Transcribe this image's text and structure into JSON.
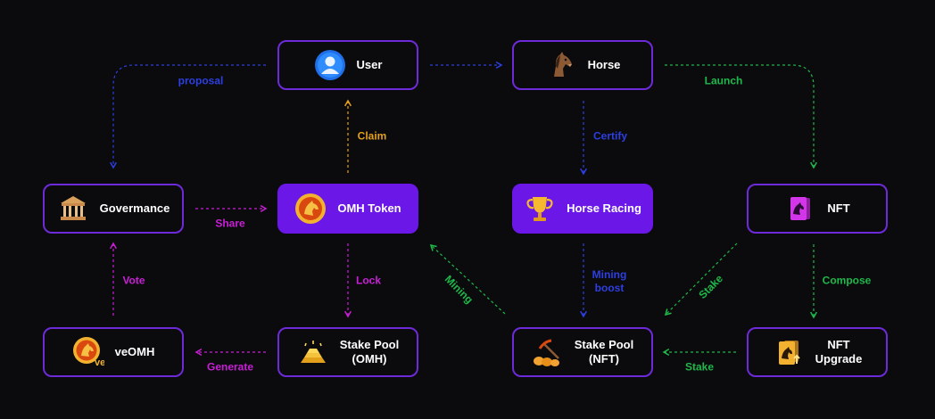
{
  "colors": {
    "background": "#0b0b0d",
    "node_border": "#6d2ad9",
    "node_filled": "#6a17e8",
    "blue": "#2d3fe0",
    "green": "#1fb84a",
    "magenta": "#c81fd6",
    "orange": "#e3a01a"
  },
  "nodes": {
    "user": "User",
    "horse": "Horse",
    "governance": "Govermance",
    "omh_token": "OMH Token",
    "horse_racing": "Horse Racing",
    "nft": "NFT",
    "veomh": "veOMH",
    "stake_pool_omh": "Stake Pool\n(OMH)",
    "stake_pool_nft": "Stake Pool\n(NFT)",
    "nft_upgrade": "NFT\nUpgrade"
  },
  "edges": {
    "proposal": "proposal",
    "launch": "Launch",
    "claim": "Claim",
    "certify": "Certify",
    "share": "Share",
    "vote": "Vote",
    "lock": "Lock",
    "mining": "Mining",
    "mining_boost": "Mining\nboost",
    "stake_diag": "Stake",
    "compose": "Compose",
    "generate": "Generate",
    "stake": "Stake"
  },
  "icons": {
    "user": "user-icon",
    "horse": "horse-head-icon",
    "governance": "bank-building-icon",
    "omh_token": "omh-coin-icon",
    "horse_racing": "trophy-icon",
    "nft": "nft-card-icon",
    "veomh": "veomh-coin-icon",
    "stake_pool_omh": "gold-bars-icon",
    "stake_pool_nft": "coins-pickaxe-icon",
    "nft_upgrade": "nft-upgrade-icon"
  }
}
